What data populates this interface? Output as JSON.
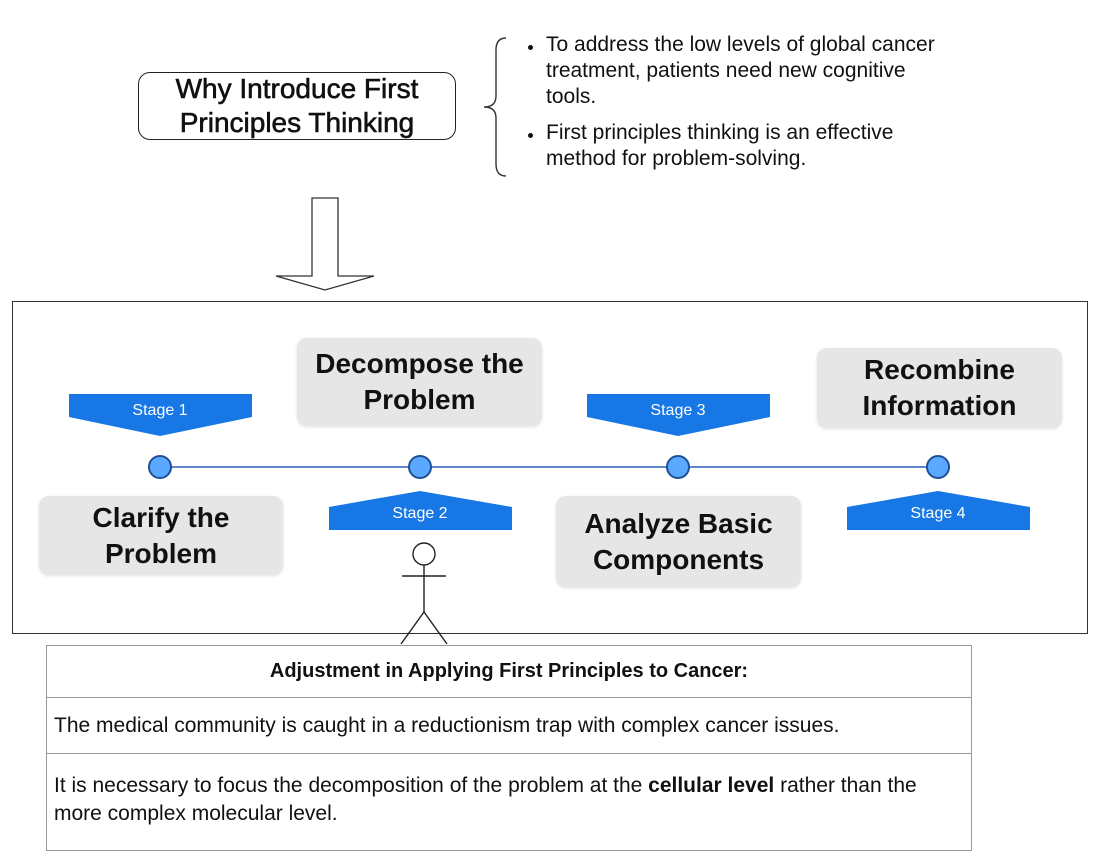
{
  "title": "Why Introduce First Principles Thinking",
  "reasons": [
    "To address the low levels of global cancer treatment, patients need new cognitive tools.",
    "First principles thinking is an effective method for problem-solving."
  ],
  "stages": [
    {
      "label": "Stage 1",
      "name": "Clarify the Problem"
    },
    {
      "label": "Stage 2",
      "name": "Decompose the Problem"
    },
    {
      "label": "Stage 3",
      "name": "Analyze Basic Components"
    },
    {
      "label": "Stage 4",
      "name": "Recombine Information"
    }
  ],
  "adjustment": {
    "header": "Adjustment in Applying First Principles to Cancer:",
    "row1": "The medical community is caught in a reductionism trap with complex cancer issues.",
    "row2_before": "It is necessary to focus the decomposition of the problem at the ",
    "row2_bold": "cellular level",
    "row2_after": " rather than the more complex molecular level."
  },
  "colors": {
    "stage_blue": "#1677e5",
    "node_fill": "#5aa8ff",
    "timeline": "#2a62b8",
    "box_gray": "#e6e6e6"
  }
}
